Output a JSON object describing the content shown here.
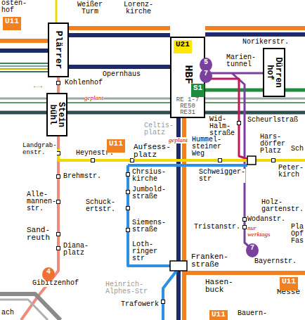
{
  "diagram": {
    "nodes": [
      {
        "text": [
          "U11"
        ]
      },
      {
        "text": [
          "Plärrer"
        ]
      },
      {
        "text": [
          "HBF",
          "RE 1-7 RE50 RE31"
        ]
      },
      {
        "text": [
          "U21"
        ],
        "in": 2
      },
      {
        "text": [
          "5"
        ]
      },
      {
        "text": [
          "7"
        ]
      },
      {
        "text": [
          "Dürren hof"
        ]
      },
      {
        "text": [
          "S1"
        ]
      },
      {
        "text": [
          "Stein bühl"
        ]
      },
      {
        "text": [
          "U11"
        ]
      },
      {
        "text": [
          "7"
        ]
      },
      {
        "text": [
          "4"
        ]
      },
      {
        "text": [
          "U11"
        ]
      },
      {
        "text": [
          "U11"
        ]
      }
    ],
    "labels": [
      "osten- hof",
      "Weißer Turm",
      "Lorenz- kirche",
      "Norikerstr.",
      "Opernhaus",
      "Marien- tunnel",
      "←→",
      "Kohlenhof",
      "geplant",
      "Scheurlstraß",
      "Wid- Halm- straße",
      "Celtis- platz",
      "geplant",
      "Hars- dörfer Platz",
      "Sch",
      "Landgrab- enstr.",
      "Heynestr.",
      "Aufsess- platz",
      "Hummel- steiner Weg",
      "Schweigger- str",
      "Peter- kirch",
      "Brehmstr.",
      "Chrsius- kirche",
      "Jumbold- straße",
      "Schuck- ertstr.",
      "Alle- mannen- str.",
      "Siemens- straße",
      "Wodanstr.",
      "Holz- gartenstr.",
      "Sand- reuth",
      "Tristanstr.",
      "nur werktags",
      "Pla Opf Fas",
      "Diana- platz",
      "Loth- ringer str",
      "Franken- straße",
      "Bayernstr.",
      "Gibitzenhof",
      "Heinrich- Alphes-Str",
      "Trafowerk",
      "Hasen- buck",
      "Messe",
      "ach",
      "Bauern-"
    ]
  }
}
